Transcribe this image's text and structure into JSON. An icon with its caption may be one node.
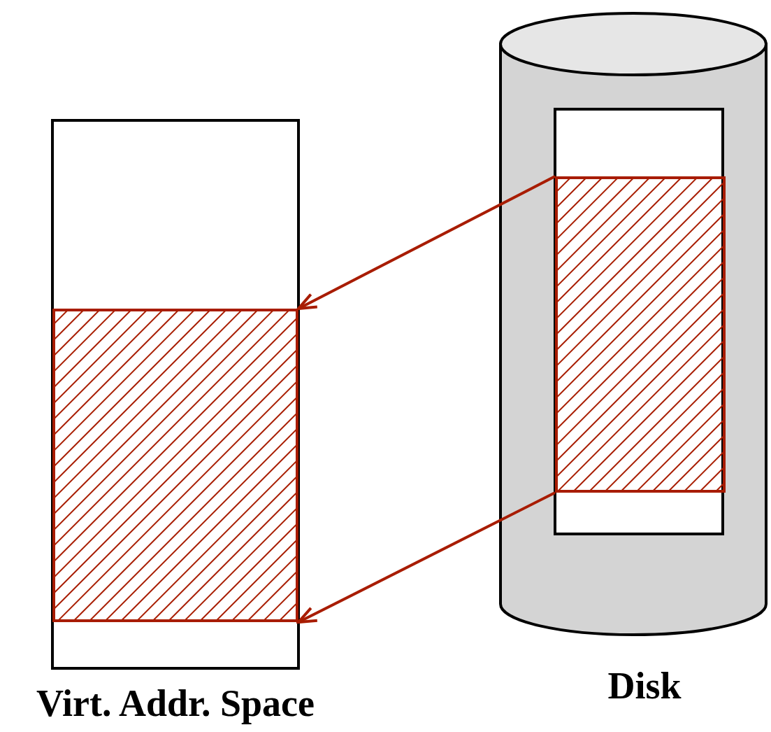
{
  "diagram": {
    "nodes": [
      {
        "text": [
          "Virt. Addr. Space"
        ]
      },
      {
        "text": [],
        "shape": "box",
        "in": 0
      },
      {
        "text": [
          "Disk"
        ]
      },
      {
        "text": [],
        "shape": "box",
        "in": 2
      },
      {
        "text": [],
        "shape": "box",
        "in": 3
      }
    ],
    "edges": [
      {
        "from": 4,
        "to": 1,
        "arrow": "to"
      },
      {
        "from": 4,
        "to": 1,
        "arrow": "to"
      }
    ]
  }
}
